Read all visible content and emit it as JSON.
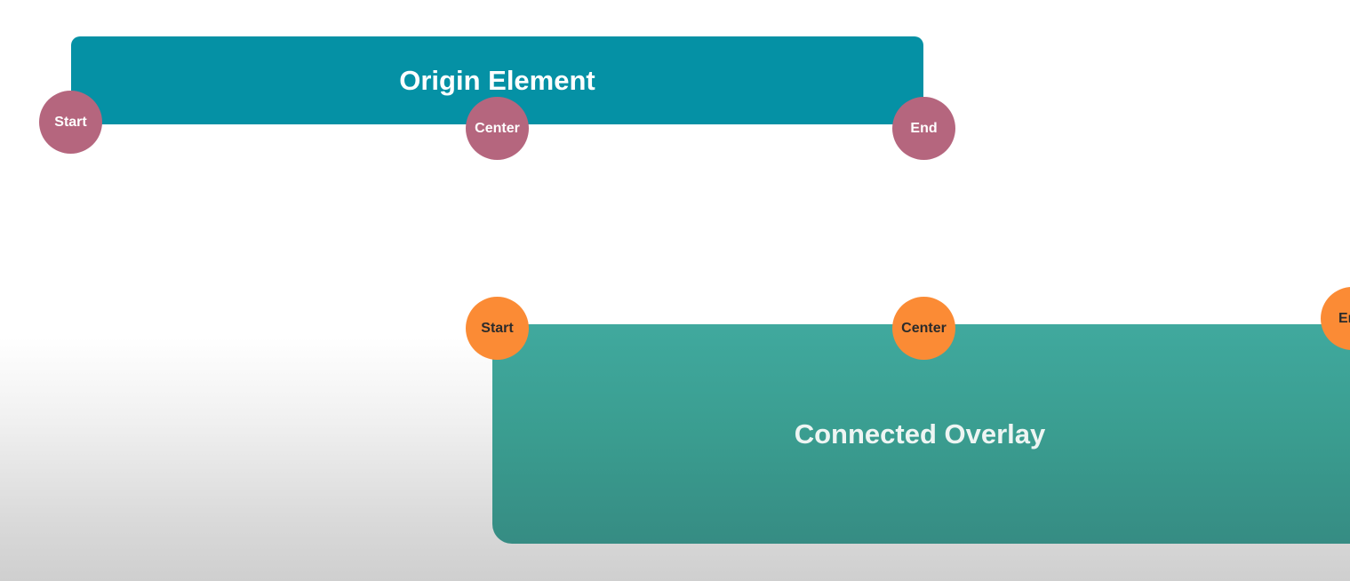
{
  "origin": {
    "title": "Origin Element",
    "color": "#0591a5",
    "points": {
      "start": "Start",
      "center": "Center",
      "end": "End"
    },
    "point_color": "#b5667e"
  },
  "overlay": {
    "title": "Connected Overlay",
    "color": "#40a99e",
    "points": {
      "start": "Start",
      "center": "Center",
      "end": "End"
    },
    "point_color": "#fb8b35"
  }
}
